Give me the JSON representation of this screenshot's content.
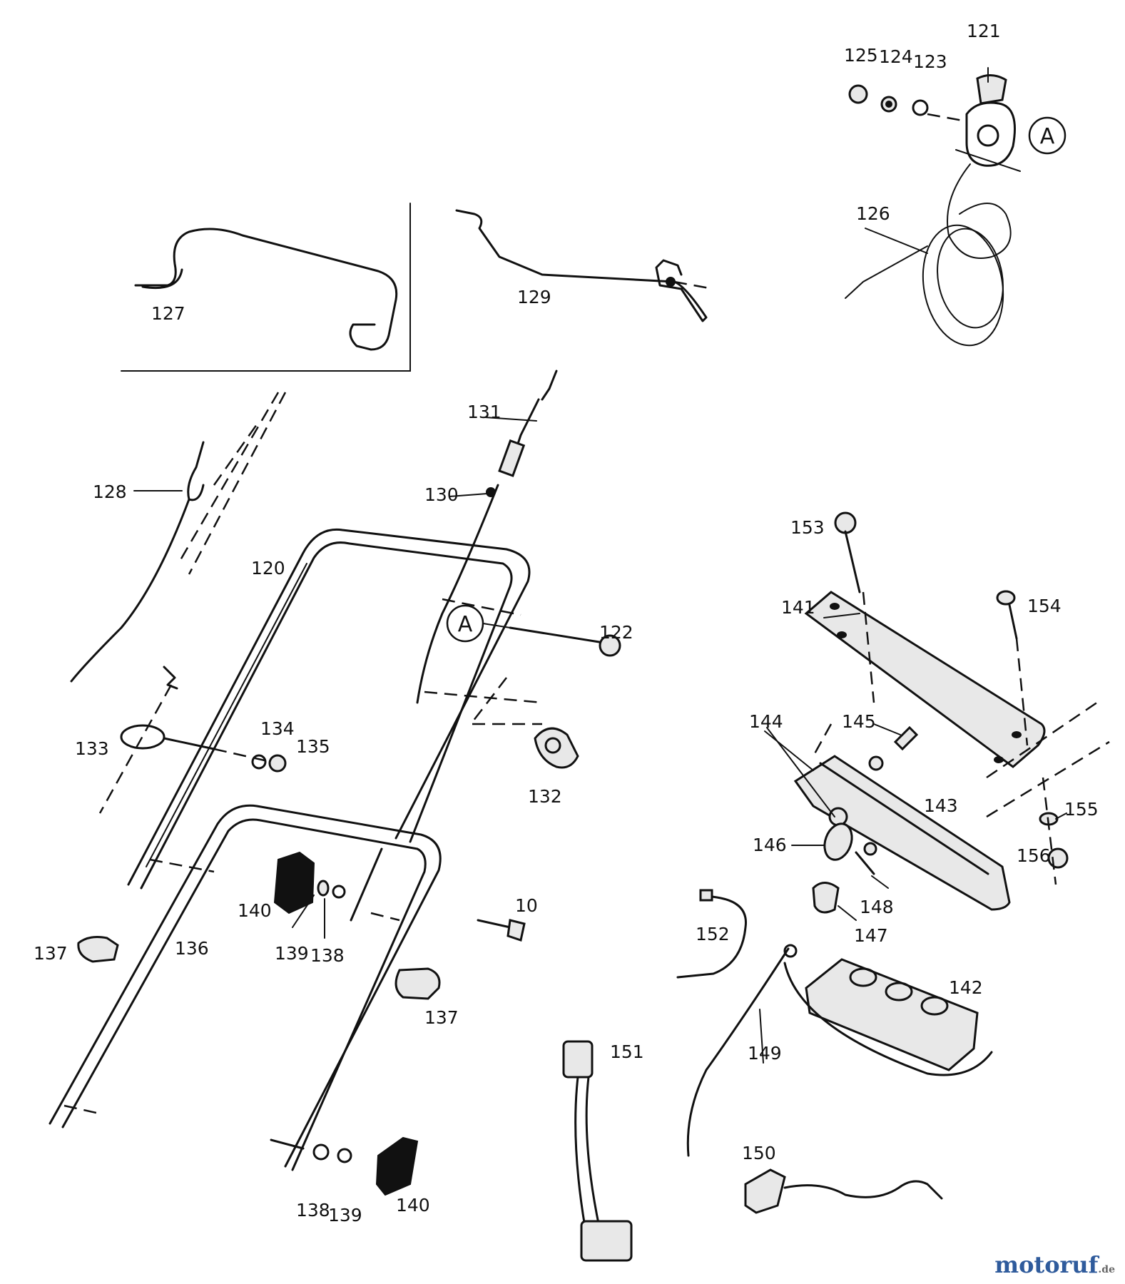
{
  "labels": [
    {
      "id": "121",
      "text": "121"
    },
    {
      "id": "125",
      "text": "125"
    },
    {
      "id": "124",
      "text": "124"
    },
    {
      "id": "123",
      "text": "123"
    },
    {
      "id": "126",
      "text": "126"
    },
    {
      "id": "127",
      "text": "127"
    },
    {
      "id": "129",
      "text": "129"
    },
    {
      "id": "131",
      "text": "131"
    },
    {
      "id": "130",
      "text": "130"
    },
    {
      "id": "128",
      "text": "128"
    },
    {
      "id": "120",
      "text": "120"
    },
    {
      "id": "122",
      "text": "122"
    },
    {
      "id": "133",
      "text": "133"
    },
    {
      "id": "134",
      "text": "134"
    },
    {
      "id": "135",
      "text": "135"
    },
    {
      "id": "132",
      "text": "132"
    },
    {
      "id": "140a",
      "text": "140"
    },
    {
      "id": "139a",
      "text": "139"
    },
    {
      "id": "138a",
      "text": "138"
    },
    {
      "id": "10",
      "text": "10"
    },
    {
      "id": "137a",
      "text": "137"
    },
    {
      "id": "136",
      "text": "136"
    },
    {
      "id": "137b",
      "text": "137"
    },
    {
      "id": "138b",
      "text": "138"
    },
    {
      "id": "139b",
      "text": "139"
    },
    {
      "id": "140b",
      "text": "140"
    },
    {
      "id": "151",
      "text": "151"
    },
    {
      "id": "153",
      "text": "153"
    },
    {
      "id": "154",
      "text": "154"
    },
    {
      "id": "141",
      "text": "141"
    },
    {
      "id": "144",
      "text": "144"
    },
    {
      "id": "145",
      "text": "145"
    },
    {
      "id": "143",
      "text": "143"
    },
    {
      "id": "155",
      "text": "155"
    },
    {
      "id": "146",
      "text": "146"
    },
    {
      "id": "156",
      "text": "156"
    },
    {
      "id": "148",
      "text": "148"
    },
    {
      "id": "147",
      "text": "147"
    },
    {
      "id": "152",
      "text": "152"
    },
    {
      "id": "142",
      "text": "142"
    },
    {
      "id": "149",
      "text": "149"
    },
    {
      "id": "150",
      "text": "150"
    }
  ],
  "callouts": [
    {
      "id": "A-top",
      "text": "A"
    },
    {
      "id": "A-mid",
      "text": "A"
    }
  ],
  "watermark": {
    "text": "motoruf",
    "suffix": ".de",
    "color": "#2f5b9c"
  }
}
